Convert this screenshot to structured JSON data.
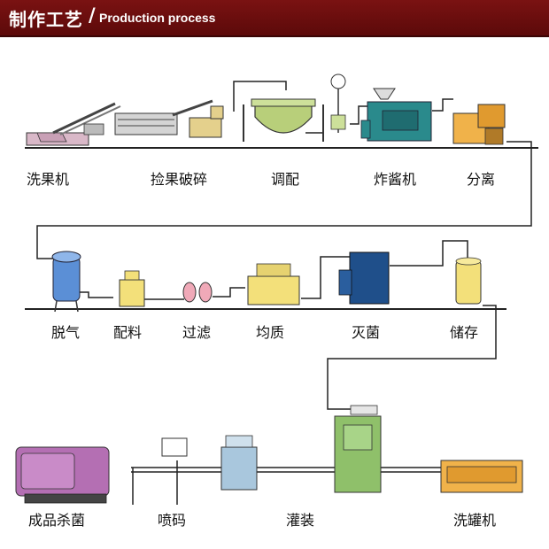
{
  "header": {
    "title_cn": "制作工艺",
    "separator": "/",
    "title_en": "Production process"
  },
  "colors": {
    "header": "#6b0d0d",
    "pipe": "#333333",
    "equipment": "#9fd1e8"
  },
  "rows": [
    {
      "steps": [
        {
          "id": "wash-fruit",
          "label": "洗果机"
        },
        {
          "id": "pick-crush",
          "label": "捡果破碎"
        },
        {
          "id": "blend",
          "label": "调配"
        },
        {
          "id": "fry-sauce",
          "label": "炸酱机"
        },
        {
          "id": "separate",
          "label": "分离"
        }
      ]
    },
    {
      "steps": [
        {
          "id": "degas",
          "label": "脱气"
        },
        {
          "id": "batching",
          "label": "配料"
        },
        {
          "id": "filter",
          "label": "过滤"
        },
        {
          "id": "homogenize",
          "label": "均质"
        },
        {
          "id": "sterilize",
          "label": "灭菌"
        },
        {
          "id": "storage",
          "label": "储存"
        }
      ]
    },
    {
      "steps": [
        {
          "id": "product-sterilize",
          "label": "成品杀菌"
        },
        {
          "id": "inkjet-code",
          "label": "喷码"
        },
        {
          "id": "filling",
          "label": "灌装"
        },
        {
          "id": "can-washer",
          "label": "洗罐机"
        }
      ]
    }
  ]
}
